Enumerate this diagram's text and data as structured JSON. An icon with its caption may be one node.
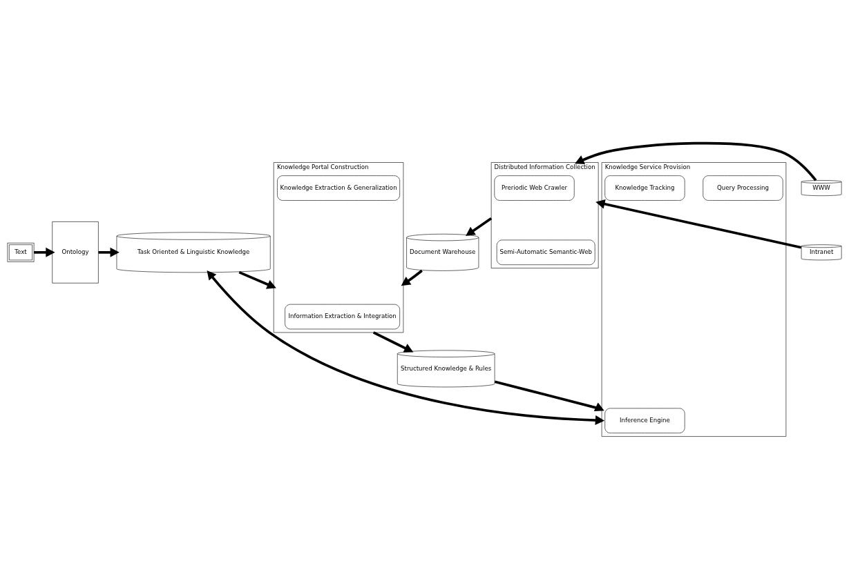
{
  "diagram": {
    "nodes": [
      {
        "text": [
          "Text"
        ]
      },
      {
        "text": [
          "Ontology"
        ]
      },
      {
        "text": [
          "Task Oriented & Linguistic Knowledge"
        ]
      },
      {
        "text": [
          "WWW"
        ]
      },
      {
        "text": [
          "Intranet"
        ]
      },
      {
        "text": [
          "Distributed Information Collection"
        ]
      },
      {
        "text": [
          "Preriodic Web Crawler"
        ],
        "in": 5
      },
      {
        "text": [
          "Semi-Automatic Semantic-Web"
        ],
        "in": 5
      },
      {
        "text": [
          "Knowledge Portal Construction"
        ]
      },
      {
        "text": [
          "Information Extraction & Integration"
        ],
        "in": 8
      },
      {
        "text": [
          "Knowledge Extraction & Generalization"
        ],
        "in": 8
      },
      {
        "text": [
          "Knowledge Service Provision"
        ]
      },
      {
        "text": [
          "Inference Engine"
        ],
        "in": 11
      },
      {
        "text": [
          "Query Processing"
        ],
        "in": 11
      },
      {
        "text": [
          "Knowledge Tracking"
        ],
        "in": 11
      },
      {
        "text": [
          "Document Warehouse"
        ]
      },
      {
        "text": [
          "Structured Knowledge & Rules"
        ]
      }
    ],
    "edges": [
      {
        "from": 0,
        "to": 1,
        "arrow": "to"
      },
      {
        "from": 1,
        "to": 2,
        "arrow": "to"
      },
      {
        "from": 2,
        "to": 8,
        "arrow": "to"
      },
      {
        "from": 2,
        "to": 11,
        "arrow": "both"
      },
      {
        "from": 3,
        "to": 5,
        "arrow": "to"
      },
      {
        "from": 4,
        "to": 5,
        "arrow": "to"
      },
      {
        "from": 5,
        "to": 15,
        "arrow": "to"
      },
      {
        "from": 15,
        "to": 8,
        "arrow": "to"
      },
      {
        "from": 8,
        "to": 16,
        "arrow": "to"
      },
      {
        "from": 16,
        "to": 11,
        "arrow": "to"
      }
    ]
  }
}
